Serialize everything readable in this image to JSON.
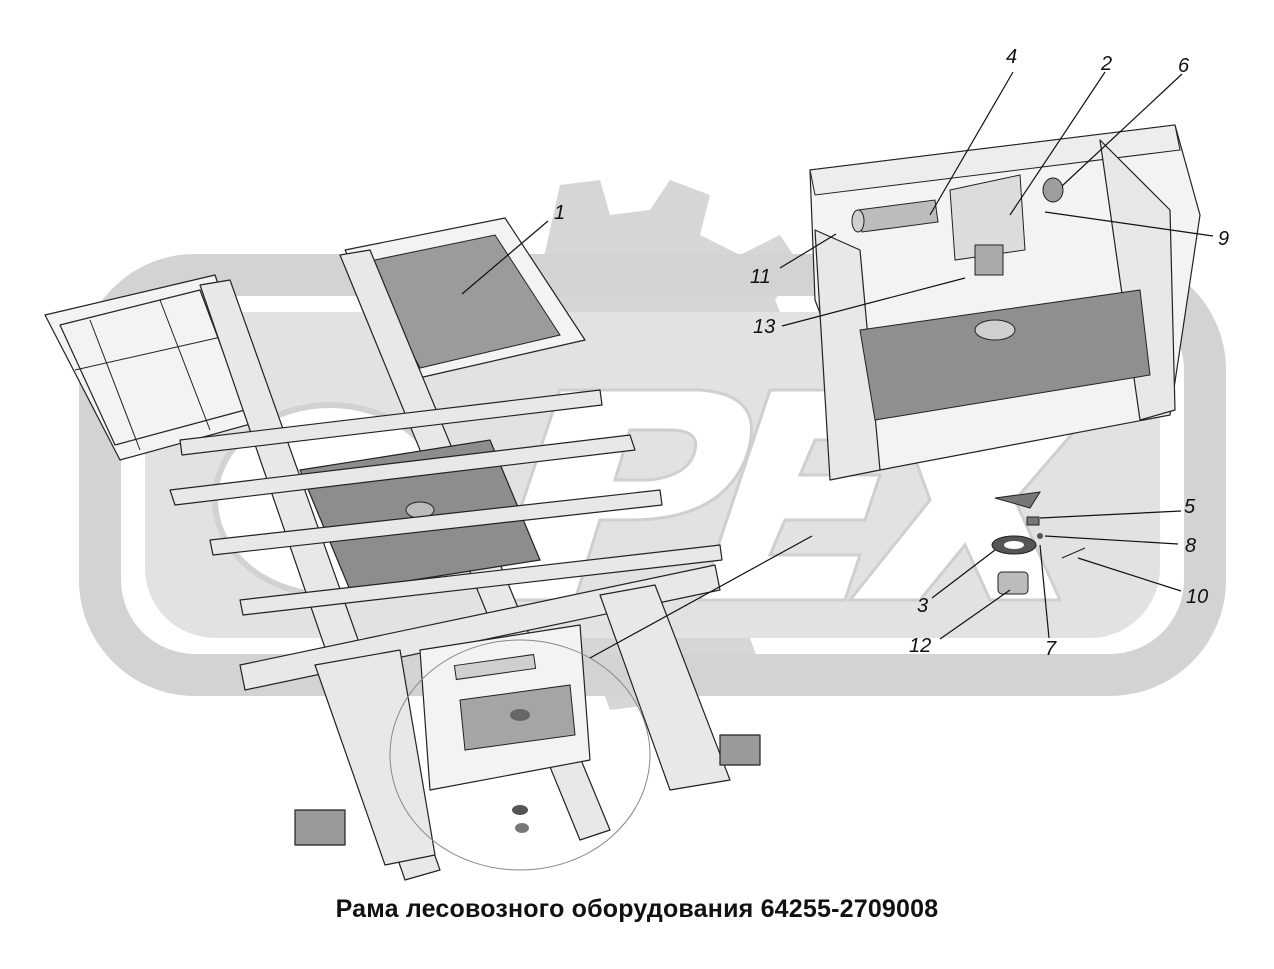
{
  "title": "Рама лесовозного оборудования 64255-2709008",
  "watermark": {
    "text": "PEX",
    "color": "#d0d0d0"
  },
  "callouts": [
    {
      "id": "1",
      "label": "1"
    },
    {
      "id": "2",
      "label": "2"
    },
    {
      "id": "3",
      "label": "3"
    },
    {
      "id": "4",
      "label": "4"
    },
    {
      "id": "5",
      "label": "5"
    },
    {
      "id": "6",
      "label": "6"
    },
    {
      "id": "7",
      "label": "7"
    },
    {
      "id": "8",
      "label": "8"
    },
    {
      "id": "9",
      "label": "9"
    },
    {
      "id": "10",
      "label": "10"
    },
    {
      "id": "11",
      "label": "11"
    },
    {
      "id": "12",
      "label": "12"
    },
    {
      "id": "13",
      "label": "13"
    }
  ]
}
